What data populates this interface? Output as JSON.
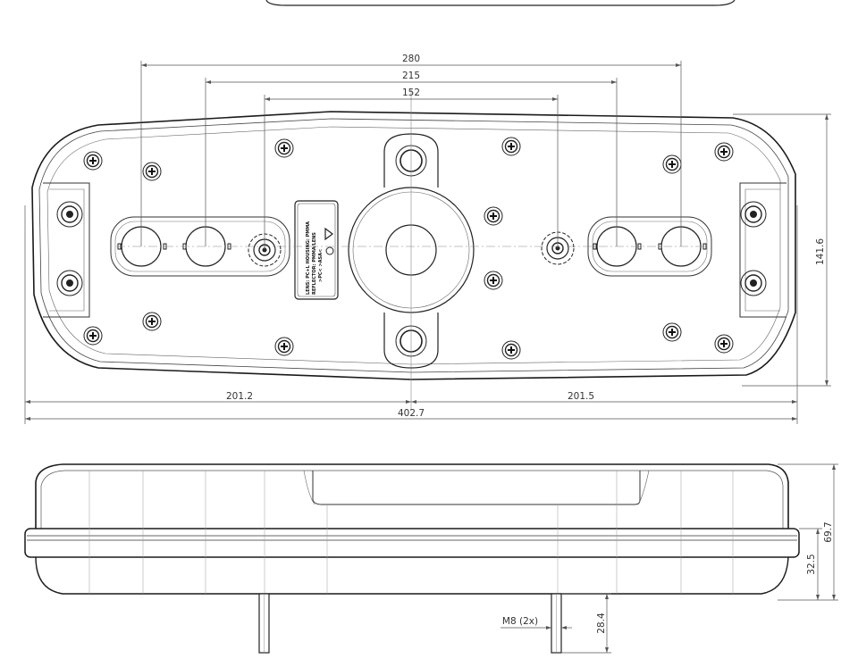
{
  "top_view": {
    "dims": {
      "width_280": "280",
      "width_215": "215",
      "width_152": "152",
      "height": "141.6",
      "left_half": "201.2",
      "right_half": "201.5",
      "total_width": "402.7"
    },
    "label": {
      "line1": "LENS: PC+L HOUSING: PMMA",
      "line2": "REFLECTOR: PMMA/LENS",
      "line3": ">PC< >ASA<"
    }
  },
  "side_view": {
    "dims": {
      "total_height": "69.7",
      "body_height": "32.5",
      "stud_length": "28.4",
      "thread": "M8 (2x)"
    }
  }
}
